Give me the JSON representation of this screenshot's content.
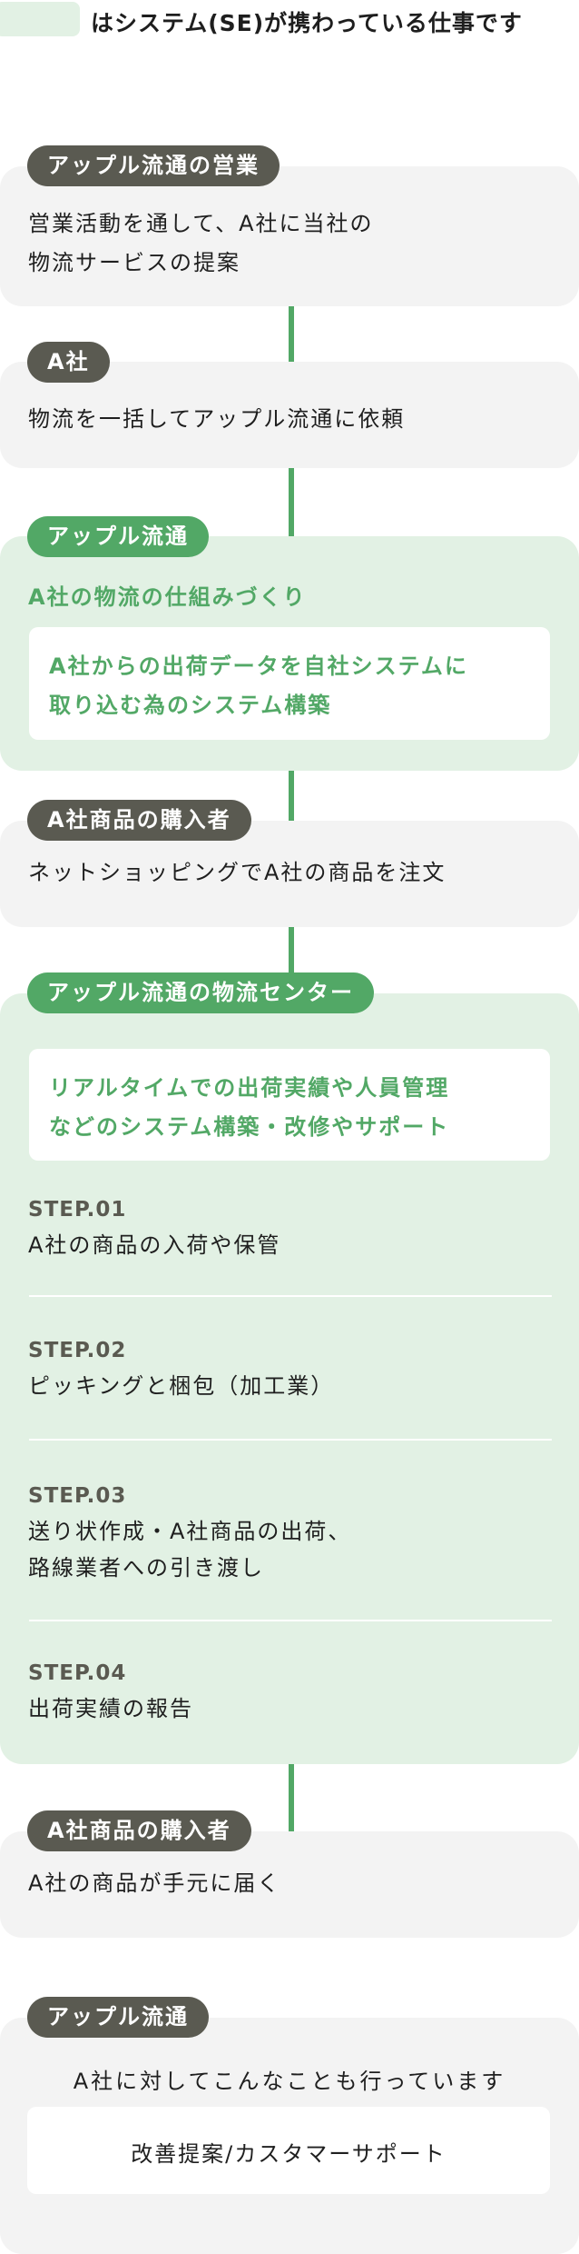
{
  "legend": {
    "swatch_color": "#e2f1e4",
    "text": "はシステム(SE)が携わっている仕事です"
  },
  "colors": {
    "accent_green": "#52a866",
    "tag_dark": "#5a5a51",
    "card_gray": "#f3f3f3",
    "card_green": "#e2f1e4"
  },
  "flow": [
    {
      "tag": "アップル流通の営業",
      "text": "営業活動を通して、A社に当社の\n物流サービスの提案"
    },
    {
      "tag": "A社",
      "text": "物流を一括してアップル流通に依頼"
    },
    {
      "tag": "アップル流通",
      "title": "A社の物流の仕組みづくり",
      "system_box": "A社からの出荷データを自社システムに\n取り込む為のシステム構築"
    },
    {
      "tag": "A社商品の購入者",
      "text": "ネットショッピングでA社の商品を注文"
    },
    {
      "tag": "アップル流通の物流センター",
      "system_box": "リアルタイムでの出荷実績や人員管理\nなどのシステム構築・改修やサポート",
      "steps": [
        {
          "num": "STEP.01",
          "desc": "A社の商品の入荷や保管"
        },
        {
          "num": "STEP.02",
          "desc": "ピッキングと梱包（加工業）"
        },
        {
          "num": "STEP.03",
          "desc": "送り状作成・A社商品の出荷、\n路線業者への引き渡し"
        },
        {
          "num": "STEP.04",
          "desc": "出荷実績の報告"
        }
      ]
    },
    {
      "tag": "A社商品の購入者",
      "text": "A社の商品が手元に届く"
    },
    {
      "tag": "アップル流通",
      "subtitle": "A社に対してこんなことも行っています",
      "box": "改善提案/カスタマーサポート"
    }
  ]
}
